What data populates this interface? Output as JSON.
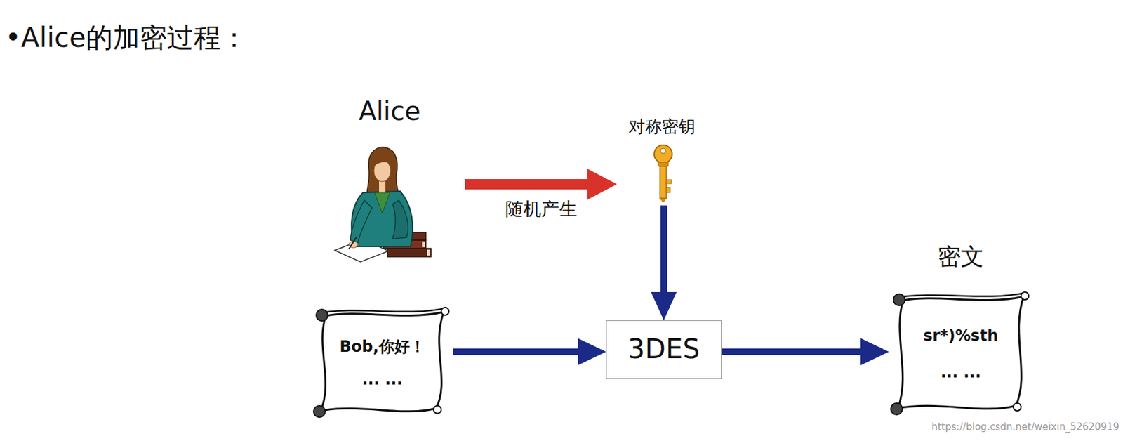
{
  "diagram": {
    "title": "•Alice的加密过程：",
    "nodes": [
      {
        "text": [
          "Alice"
        ]
      },
      {
        "text": [
          "对称密钥"
        ]
      },
      {
        "text": [
          "Bob,你好！",
          "... ..."
        ]
      },
      {
        "text": [
          "3DES"
        ]
      },
      {
        "text": [
          "密文",
          "sr*)%sth",
          "... ..."
        ]
      }
    ],
    "edges": [
      {
        "from": 0,
        "to": 1,
        "label": "随机产生",
        "arrow": "to"
      },
      {
        "from": 1,
        "to": 3,
        "arrow": "to"
      },
      {
        "from": 2,
        "to": 3,
        "arrow": "to"
      },
      {
        "from": 3,
        "to": 4,
        "arrow": "to"
      }
    ],
    "labels": [
      "https://blog.csdn.net/weixin_52620919"
    ]
  }
}
